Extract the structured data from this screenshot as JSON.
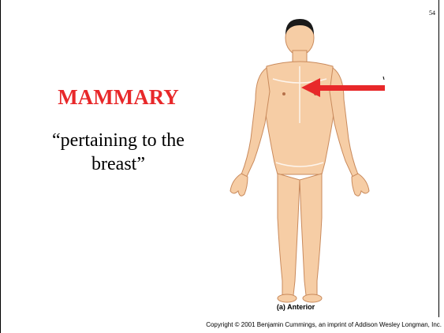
{
  "slide": {
    "number": "54",
    "term": "MAMMARY",
    "definition_line1": "“pertaining to the",
    "definition_line2": "breast”",
    "figure_caption": "(a) Anterior",
    "copyright": "Copyright © 2001 Benjamin Cummings, an imprint of Addison Wesley Longman, Inc."
  },
  "colors": {
    "term": "#e8282a",
    "arrow": "#e8282a",
    "skin": "#f6cda5",
    "skin_outline": "#c98a5c",
    "hair": "#1a1a1a"
  },
  "icons": {
    "pointer": "red-arrow-icon",
    "figure": "anterior-body-figure"
  }
}
